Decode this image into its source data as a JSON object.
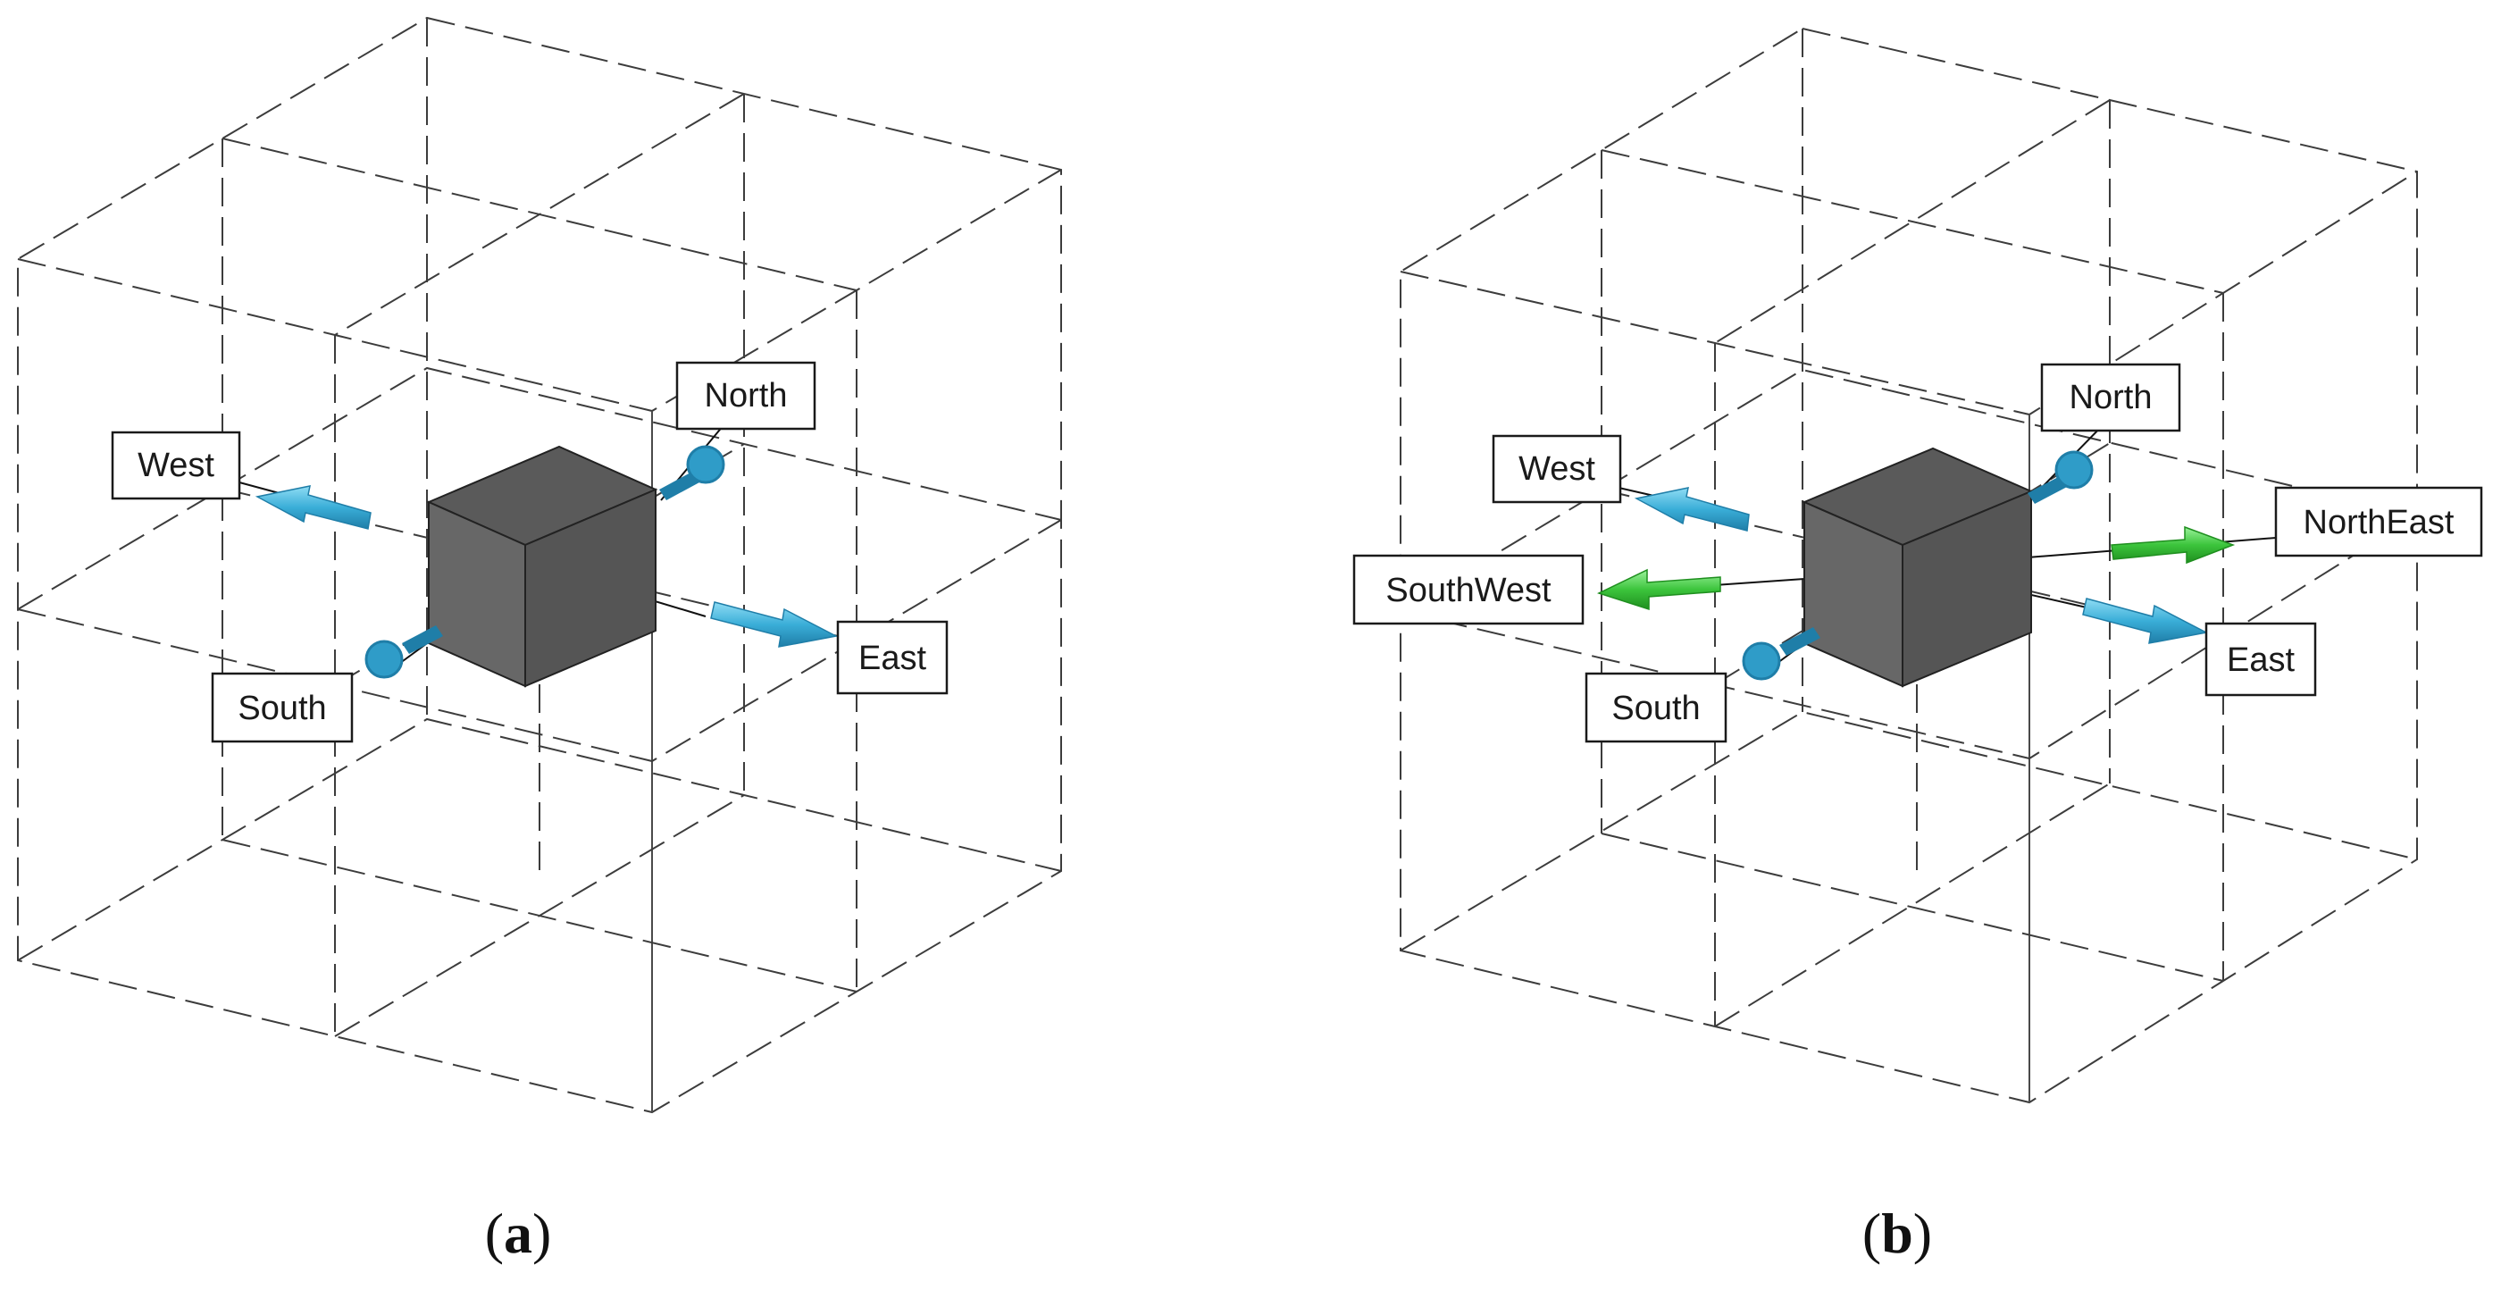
{
  "colors": {
    "cube_front": "#676767",
    "cube_top": "#5a5a5a",
    "cube_side": "#555555",
    "cardinal_arrow": "#3aaed8",
    "cardinal_arrow_dark": "#1f7ea8",
    "diagonal_arrow": "#3cc43c",
    "diagonal_arrow_dark": "#1f8f1f"
  },
  "panels": [
    {
      "caption_open": "(",
      "caption_letter": "a",
      "caption_close": ")",
      "labels": {
        "north": "North",
        "west": "West",
        "east": "East",
        "south": "South"
      }
    },
    {
      "caption_open": "(",
      "caption_letter": "b",
      "caption_close": ")",
      "labels": {
        "north": "North",
        "west": "West",
        "east": "East",
        "south": "South",
        "northeast": "NorthEast",
        "southwest": "SouthWest"
      }
    }
  ]
}
